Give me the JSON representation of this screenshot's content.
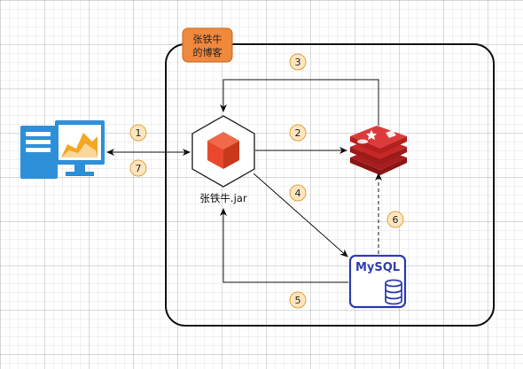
{
  "title_badge": {
    "lines": [
      "张铁牛",
      "的博客"
    ],
    "color": "#f0883e"
  },
  "server_label": "张铁牛.jar",
  "mysql_label": "MySQL",
  "steps": [
    "1",
    "2",
    "3",
    "4",
    "5",
    "6",
    "7"
  ],
  "colors": {
    "step_fill": "#fde5bf",
    "step_stroke": "#e0a23a",
    "redis": "#d32f2f",
    "mysql": "#2f3fb0",
    "client": "#2d8fd8",
    "server_icon": "#e8492c"
  }
}
